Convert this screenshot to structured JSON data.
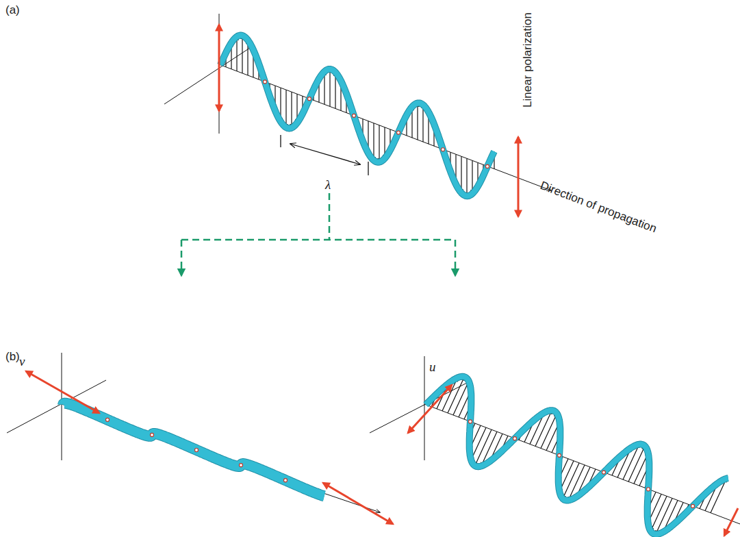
{
  "diagram": {
    "labels": [
      "(a)",
      "Linear polarization",
      "λ",
      "Direction of propagation",
      "(b)",
      "v",
      "u"
    ]
  }
}
